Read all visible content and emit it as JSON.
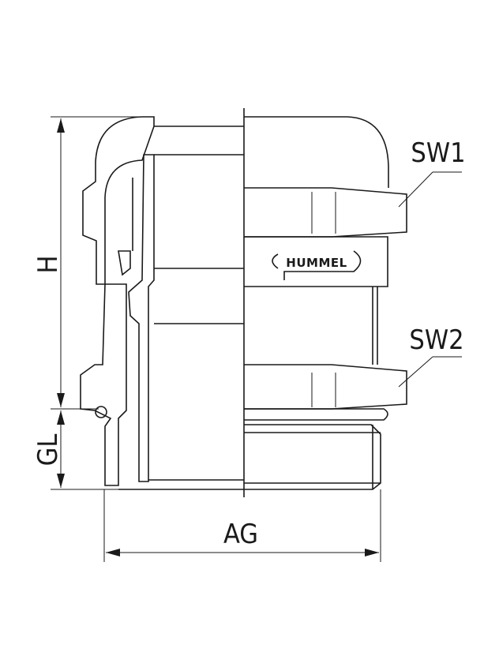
{
  "drawing": {
    "dimensions": {
      "height_label": "H",
      "thread_length_label": "GL",
      "outer_thread_label": "AG",
      "wrench_size_1_label": "SW1",
      "wrench_size_2_label": "SW2"
    },
    "logo_text": "HUMMEL",
    "line_color": "#1a1a1a",
    "background": "#ffffff"
  }
}
